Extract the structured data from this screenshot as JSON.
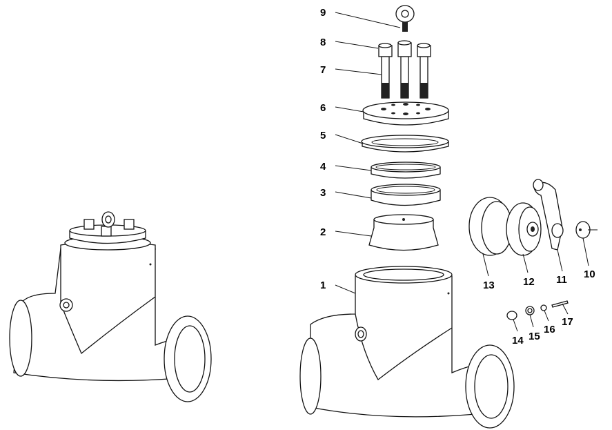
{
  "diagram": {
    "title": "Pressure seal swing check valve exploded view",
    "part_labels": {
      "p1": "1",
      "p2": "2",
      "p3": "3",
      "p4": "4",
      "p5": "5",
      "p6": "6",
      "p7": "7",
      "p8": "8",
      "p9": "9",
      "p10": "10",
      "p11": "11",
      "p12": "12",
      "p13": "13",
      "p14": "14",
      "p15": "15",
      "p16": "16",
      "p17": "17"
    }
  }
}
